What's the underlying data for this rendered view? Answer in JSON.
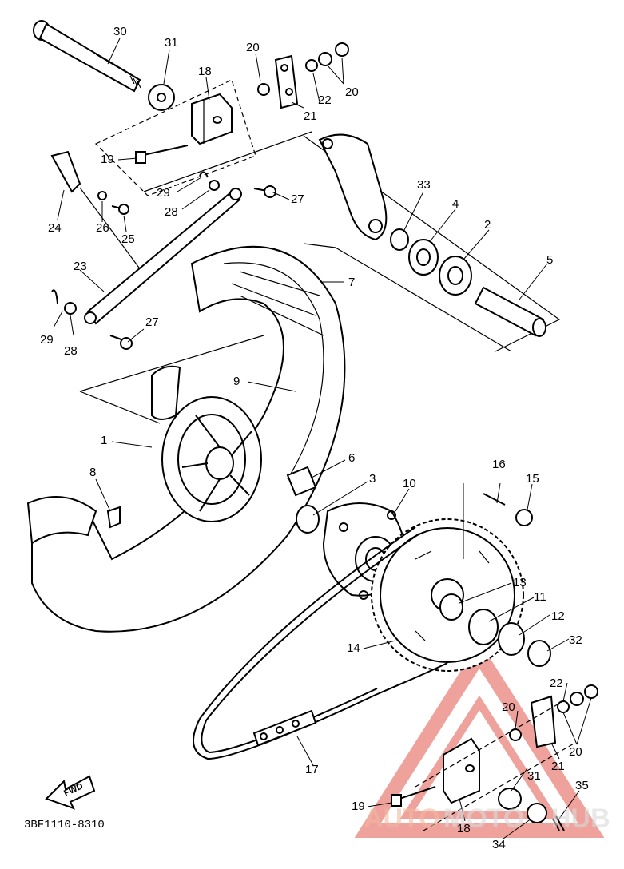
{
  "diagram_code": "3BF1110-8310",
  "fwd_label": "FWD",
  "watermark": {
    "part1": "AUTO",
    "part2": "MOTO",
    "part3": "HUB",
    "color_primary": "#f2b8a0",
    "color_secondary": "#d9d9d9",
    "triangle_color": "#e2574c"
  },
  "callouts": [
    "30",
    "31",
    "20",
    "18",
    "21",
    "22",
    "20",
    "19",
    "24",
    "29",
    "28",
    "26",
    "25",
    "27",
    "33",
    "4",
    "2",
    "5",
    "23",
    "7",
    "29",
    "28",
    "27",
    "9",
    "1",
    "6",
    "8",
    "3",
    "10",
    "16",
    "15",
    "13",
    "11",
    "12",
    "32",
    "14",
    "22",
    "20",
    "20",
    "17",
    "31",
    "21",
    "19",
    "18",
    "35",
    "34"
  ]
}
